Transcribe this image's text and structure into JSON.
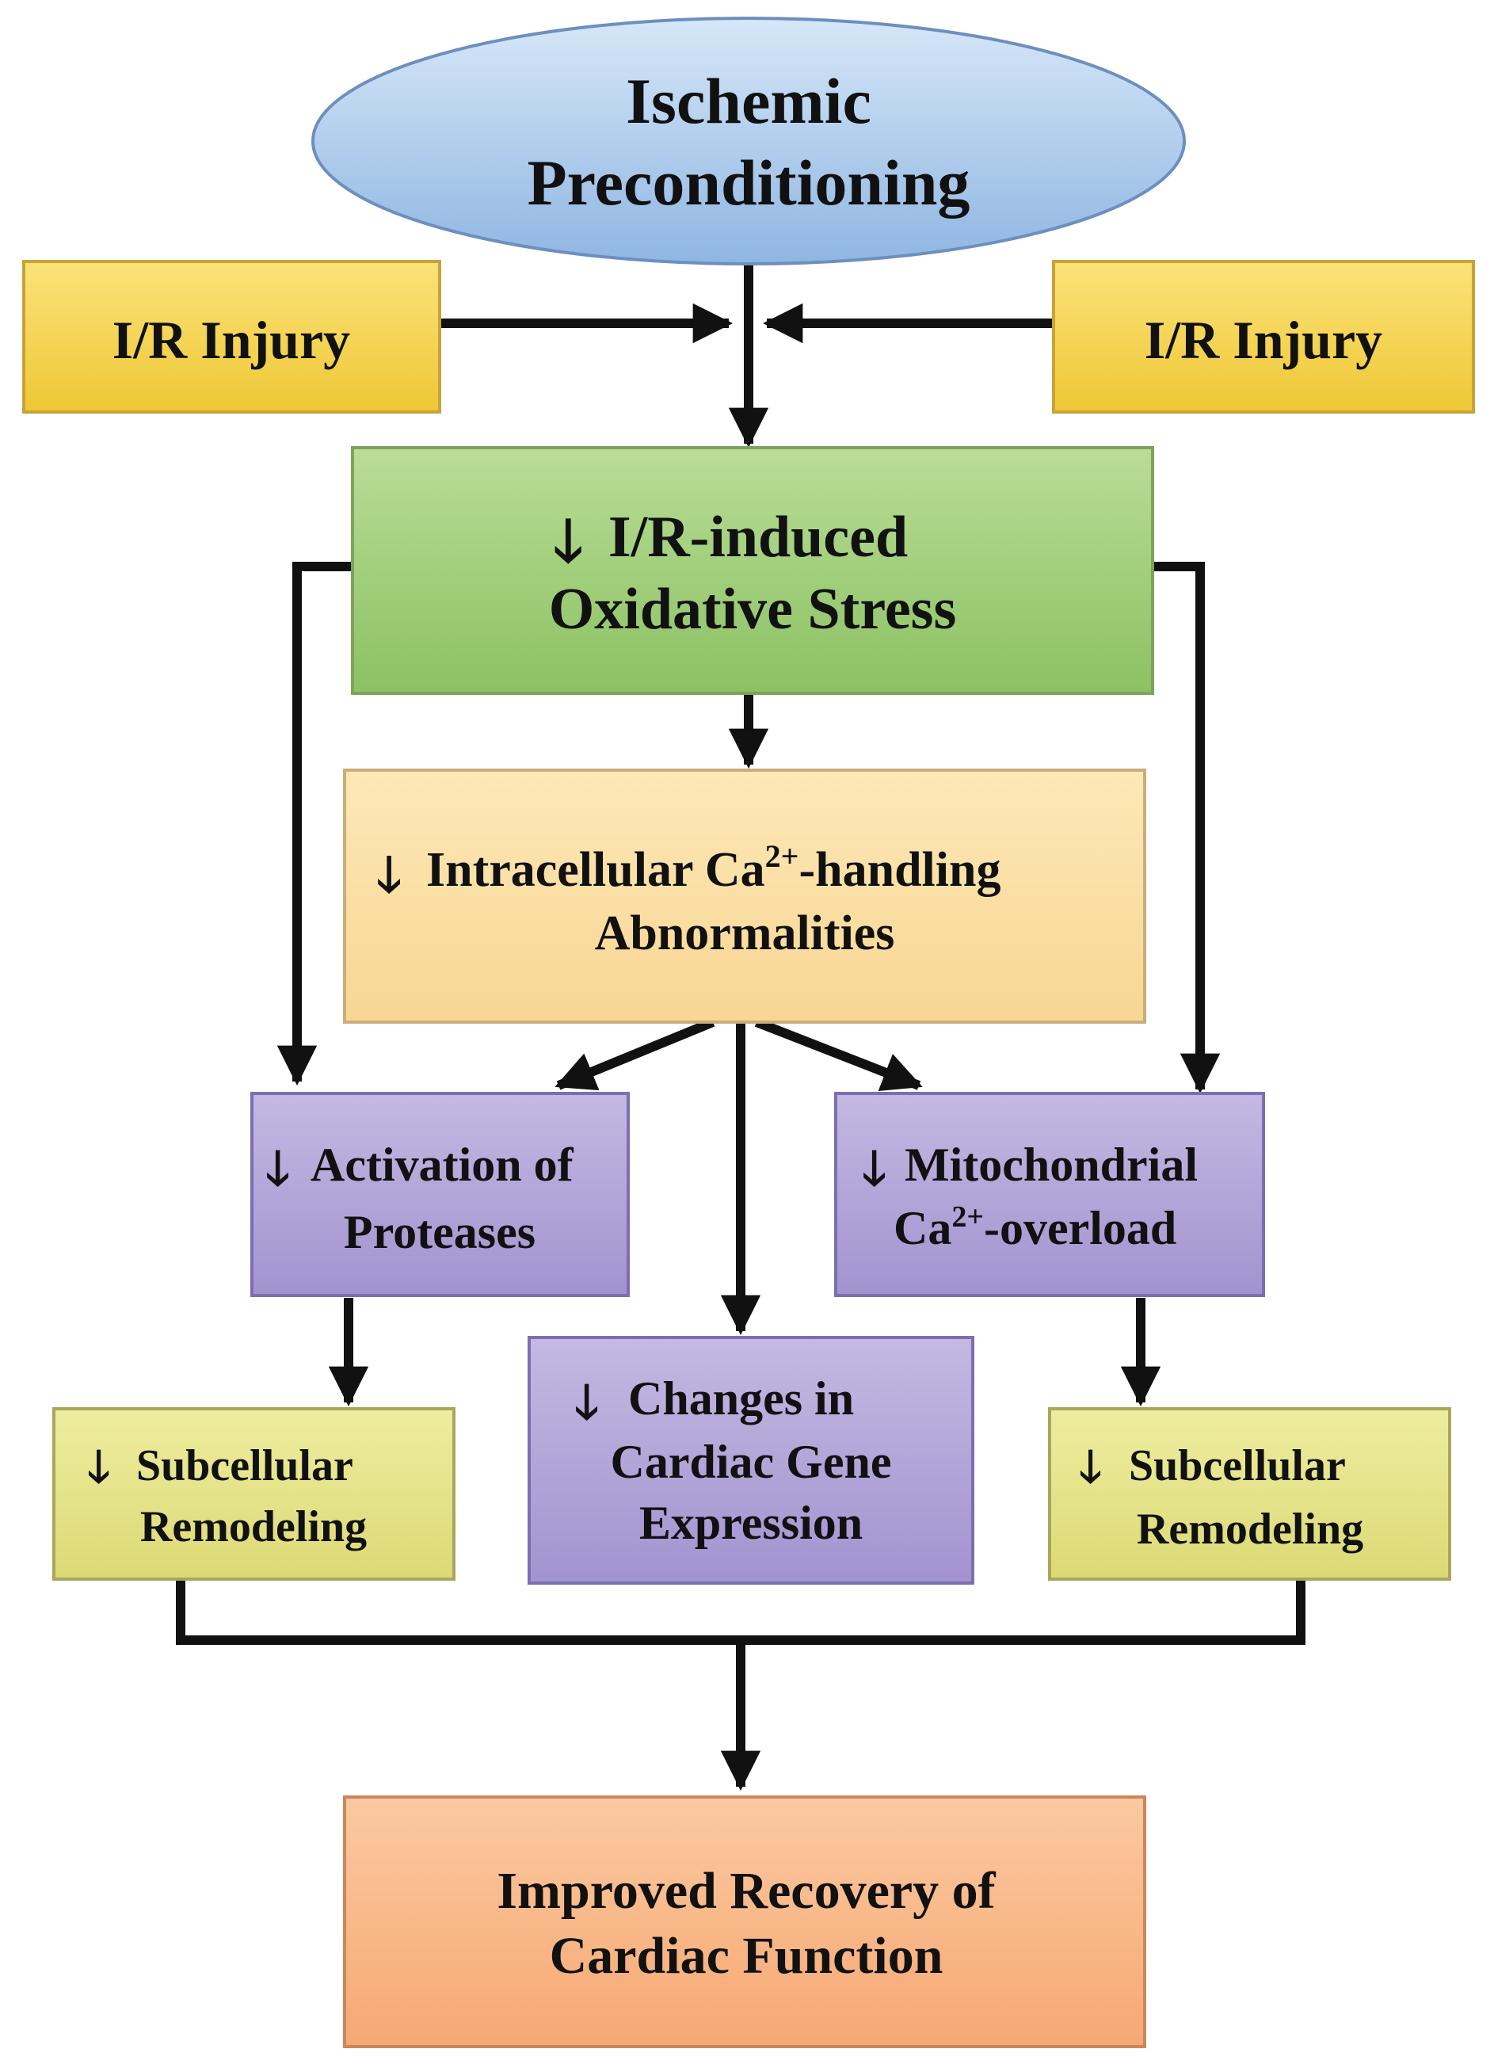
{
  "nodes": {
    "ipc": {
      "lines": [
        "Ischemic",
        "Preconditioning"
      ],
      "color": "#a9c8ea"
    },
    "ir_left": {
      "lines": [
        "I/R Injury"
      ],
      "color": "#f7d64e"
    },
    "ir_right": {
      "lines": [
        "I/R Injury"
      ],
      "color": "#f7d64e"
    },
    "ox": {
      "lines": [
        "I/R-induced",
        "Oxidative Stress"
      ],
      "decrease_marker": true,
      "color": "#9fcf78"
    },
    "ca": {
      "lines": [
        "Intracellular Ca",
        "Abnormalities"
      ],
      "superscript": "2+",
      "suffix": "-handling",
      "decrease_marker": true,
      "color": "#fbe0a0"
    },
    "prot": {
      "lines": [
        "Activation of",
        "Proteases"
      ],
      "decrease_marker": true,
      "color": "#b2a6d8"
    },
    "mito": {
      "lines": [
        "Mitochondrial",
        "Ca"
      ],
      "superscript": "2+",
      "suffix": "-overload",
      "decrease_marker": true,
      "color": "#b2a6d8"
    },
    "gene": {
      "lines": [
        "Changes in",
        "Cardiac Gene",
        "Expression"
      ],
      "decrease_marker": true,
      "color": "#b2a6d8"
    },
    "sub_left": {
      "lines": [
        "Subcellular",
        "Remodeling"
      ],
      "decrease_marker": true,
      "color": "#e6e48a"
    },
    "sub_right": {
      "lines": [
        "Subcellular",
        "Remodeling"
      ],
      "decrease_marker": true,
      "color": "#e6e48a"
    },
    "rec": {
      "lines": [
        "Improved Recovery of",
        "Cardiac Function"
      ],
      "color": "#f9b98a"
    }
  },
  "edges": [
    [
      "ipc",
      "ox"
    ],
    [
      "ir_left",
      "ox"
    ],
    [
      "ir_right",
      "ox"
    ],
    [
      "ox",
      "ca"
    ],
    [
      "ox",
      "prot"
    ],
    [
      "ox",
      "mito"
    ],
    [
      "ca",
      "prot"
    ],
    [
      "ca",
      "gene"
    ],
    [
      "ca",
      "mito"
    ],
    [
      "prot",
      "sub_left"
    ],
    [
      "mito",
      "sub_right"
    ],
    [
      "sub_left",
      "rec"
    ],
    [
      "sub_right",
      "rec"
    ]
  ],
  "arrow_color": "#111111"
}
